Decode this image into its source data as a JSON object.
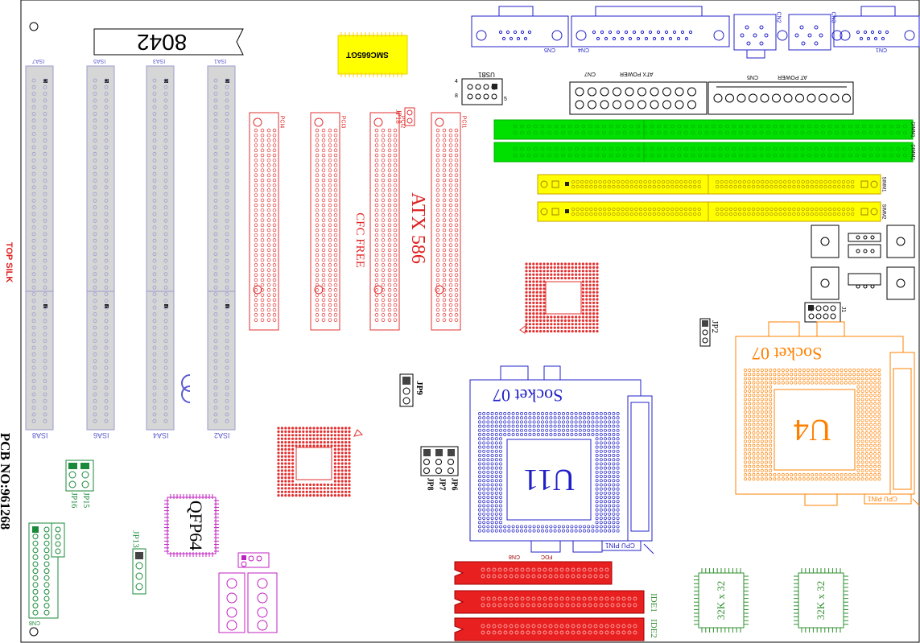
{
  "board": {
    "part_8042": "8042",
    "pcb_no": "PCB NO:961268",
    "top_silk": "TOP SILK",
    "sio": "SMC665GT",
    "qfp": "QFP64"
  },
  "isa": [
    "ISA1",
    "ISA2",
    "ISA3",
    "ISA4",
    "ISA5",
    "ISA6",
    "ISA7",
    "ISA8"
  ],
  "pci": {
    "slots": [
      "PCI1",
      "PCI2",
      "PCI3",
      "PCI4"
    ],
    "title": "ATX 586",
    "subtitle": "CFC FREE"
  },
  "simm": {
    "green": [
      "DIMM1",
      "DIMM2"
    ],
    "yellow": [
      "SIMM1",
      "SIMM2"
    ]
  },
  "sockets": {
    "u4_label": "U4",
    "u4_socket": "Socket 07",
    "u4_pin": "CPU PIN1",
    "u11_label": "U11",
    "u11_socket": "Socket 07",
    "u11_pin": "CPU PIN1"
  },
  "connectors": {
    "cn1": "CN1",
    "cn2": "CN2",
    "cn3": "CN3",
    "cn4": "CN4",
    "cn5": "CN5",
    "cn7": "CN7",
    "cn8": "CN8",
    "atx_power": "ATX POWER",
    "at_power": "AT POWER",
    "usb1": "USB1",
    "usb_4": "4",
    "usb_8": "8",
    "usb_5": "5",
    "fdc": "FDC",
    "ide1": "IDE1",
    "ide2": "IDE2",
    "j1": "J1"
  },
  "jumpers": {
    "jp2": "JP2",
    "jp6": "JP6",
    "jp7": "JP7",
    "jp8": "JP8",
    "jp9": "JP9",
    "jp13": "JP13",
    "jp15": "JP15",
    "jp16": "JP16",
    "jp18": "JP18"
  },
  "sram": [
    "32K x 32",
    "32K x 32"
  ],
  "colors": {
    "isa_fill": "#d6d6d6",
    "isa_line": "#9b9bd0",
    "pci": "#e23030",
    "dimm": "#00e000",
    "simm": "#ffff00",
    "socket_u11": "#2020c8",
    "socket_u4": "#ff8000",
    "ide": "#e82020",
    "io": "#2020c8",
    "jumper_green": "#1a8a3a",
    "magenta": "#c020c0",
    "chip_green": "#2f8f2f"
  }
}
